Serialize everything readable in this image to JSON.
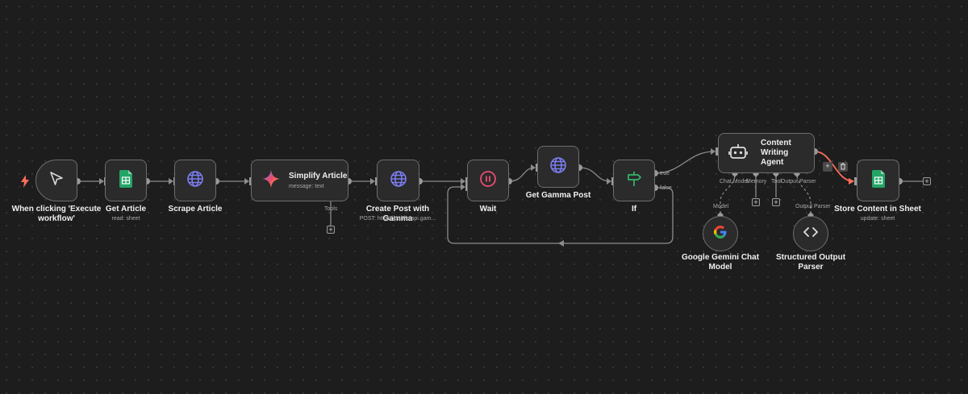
{
  "nodes": {
    "trigger": {
      "title": "When clicking 'Execute workflow'"
    },
    "get_article": {
      "title": "Get Article",
      "subtitle": "read: sheet"
    },
    "scrape_article": {
      "title": "Scrape Article"
    },
    "simplify_article": {
      "title": "Simplify Article",
      "subtitle": "message: text",
      "tools_label": "Tools"
    },
    "create_post": {
      "title": "Create Post with Gamma",
      "subtitle": "POST: https://public-api.gam..."
    },
    "wait": {
      "title": "Wait"
    },
    "get_gamma_post": {
      "title": "Get Gamma Post"
    },
    "if_node": {
      "title": "If",
      "true_label": "true",
      "false_label": "false"
    },
    "content_agent": {
      "title_line1": "Content Writing",
      "title_line2": "Agent",
      "port_chat_model": "Chat Model",
      "port_memory": "Memory",
      "port_tool": "Tool",
      "port_output_parser": "Output Parser"
    },
    "gemini_model": {
      "title_line1": "Google Gemini Chat",
      "title_line2": "Model",
      "port_label": "Model"
    },
    "output_parser": {
      "title_line1": "Structured Output",
      "title_line2": "Parser",
      "port_label": "Output Parser"
    },
    "store_content": {
      "title": "Store Content in Sheet",
      "subtitle": "update: sheet"
    }
  },
  "colors": {
    "canvas_bg": "#1d1d1d",
    "node_bg": "#2b2b2b",
    "node_border": "#6e6e6e",
    "edge": "#8c8c8c",
    "active_edge": "#ff6d5a",
    "sheets_green": "#23a566",
    "http_purple": "#7b7cf0",
    "wait_red": "#ea4b71",
    "if_green": "#35b46a"
  },
  "icons": {
    "trigger": "cursor-icon",
    "lightning": "lightning-icon",
    "sheets": "google-sheets-icon",
    "http": "globe-icon",
    "gemini": "gemini-star-icon",
    "wait": "pause-icon",
    "if": "signpost-icon",
    "agent": "robot-icon",
    "google": "google-g-icon",
    "parser": "code-brackets-icon",
    "add": "plus-icon",
    "delete": "trash-icon"
  }
}
